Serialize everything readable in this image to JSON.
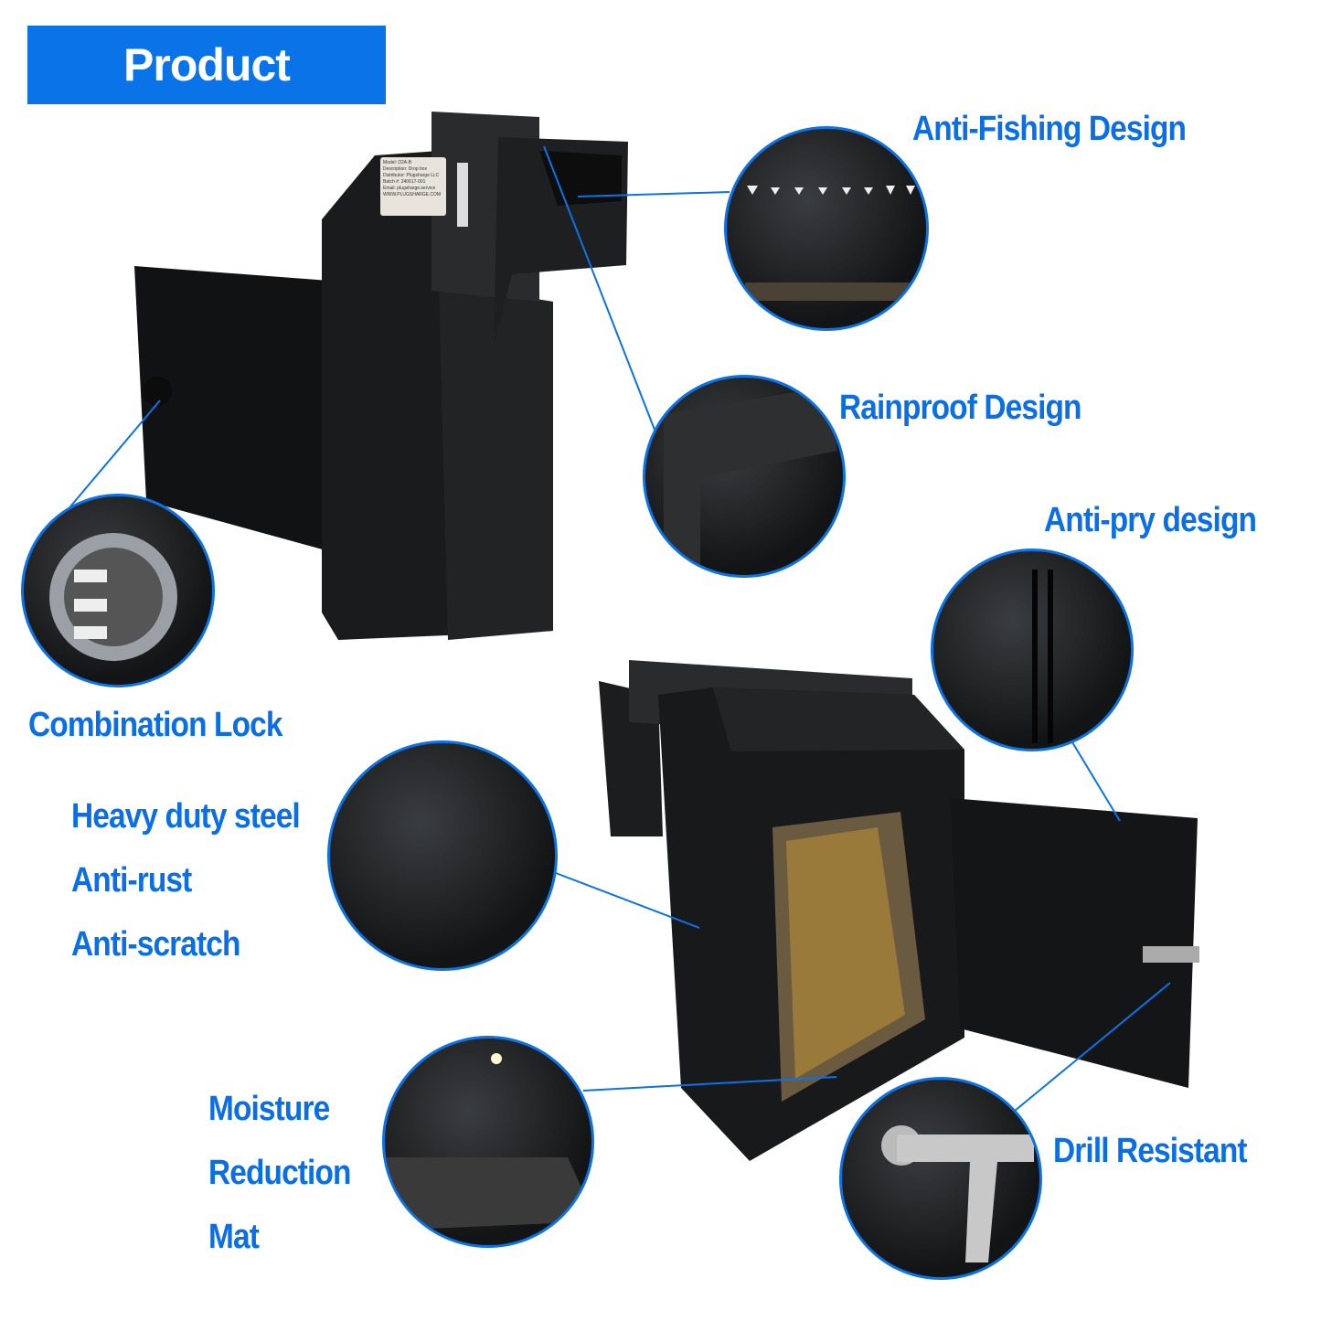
{
  "banner": {
    "title": "Product Features"
  },
  "features": [
    {
      "label": "Anti-Fishing Design"
    },
    {
      "label": "Rainproof Design"
    },
    {
      "label": "Anti-pry design"
    },
    {
      "label": "Combination Lock"
    },
    {
      "label": "Heavy duty steel"
    },
    {
      "label": "Anti-rust"
    },
    {
      "label": "Anti-scratch"
    },
    {
      "label": "Moisture"
    },
    {
      "label": "Reduction"
    },
    {
      "label": "Mat"
    },
    {
      "label": "Drill Resistant"
    }
  ],
  "sticker": {
    "lines": [
      "Model: D2A-B",
      "Description: Drop box",
      "Distributor: Plugsharge LLC",
      "Batch #: 240617-001",
      "Email: plugsharge.service",
      "WWW.PLUGSHARGE.COM"
    ]
  },
  "colors": {
    "accent": "#0a73e8",
    "product": "#151617"
  }
}
